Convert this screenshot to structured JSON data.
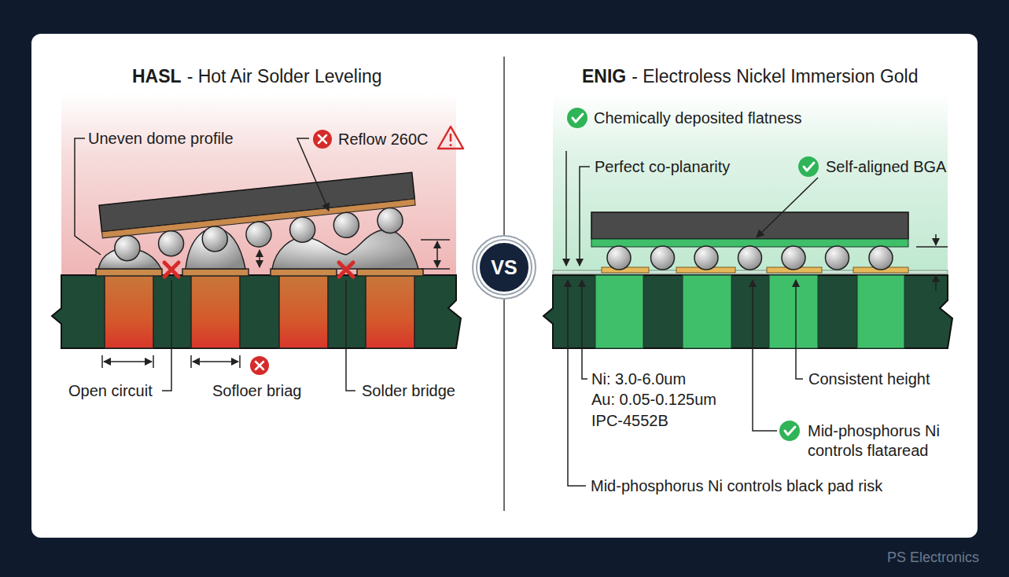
{
  "diagram": {
    "nodes": [
      {
        "text": [
          "VS"
        ]
      }
    ],
    "labels": [
      "HASL",
      "- Hot Air Solder Leveling",
      "Uneven dome profile",
      "Reflow 260C",
      "Open circuit",
      "Sofloer briag",
      "Solder bridge",
      "ENIG",
      "- Electroless Nickel Immersion Gold",
      "Chemically deposited flatness",
      "Perfect co-planarity",
      "Self-aligned BGA",
      "Ni: 3.0-6.0um",
      "Au: 0.05-0.125um",
      "IPC-4552B",
      "Consistent height",
      "Mid-phosphorus Ni",
      "controls flataread",
      "Mid-phosphorus Ni controls black pad risk",
      "PS Electronics"
    ]
  }
}
